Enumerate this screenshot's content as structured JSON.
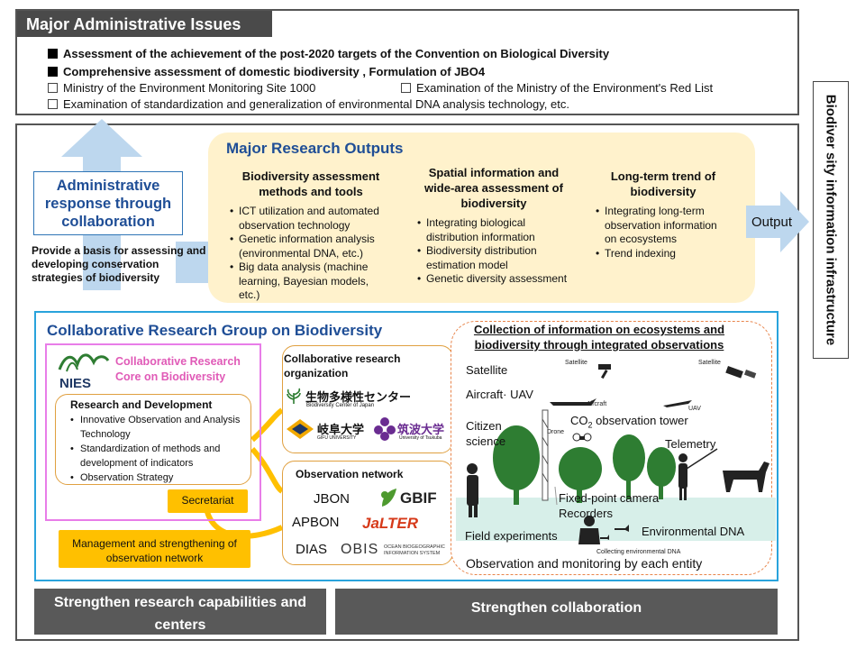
{
  "issues": {
    "title": "Major Administrative Issues",
    "bold_items": [
      "Assessment of the achievement of the post-2020 targets of the Convention on Biological Diversity",
      "Comprehensive assessment of domestic biodiversity , Formulation of JBO4"
    ],
    "plain_items": [
      "Ministry of the Environment  Monitoring  Site 1000",
      "Examination of the Ministry of the Environment's Red List",
      "Examination of standardization and generalization of environmental DNA analysis technology, etc."
    ]
  },
  "infrastructure_label": "Biodiver sity information infrastructure",
  "admin": {
    "response": "Administrative response through collaboration",
    "basis": "Provide a basis for assessing and developing conservation strategies of biodiversity"
  },
  "outputs": {
    "title": "Major  Research Outputs",
    "arrow_label": "Output",
    "columns": [
      {
        "heading": "Biodiversity assessment methods and tools",
        "items": [
          "ICT utilization and automated observation technology",
          "Genetic information analysis (environmental DNA, etc.)",
          "Big data analysis (machine learning, Bayesian models, etc.)"
        ]
      },
      {
        "heading": "Spatial information and wide-area assessment of biodiversity",
        "items": [
          "Integrating biological distribution information",
          "Biodiversity distribution estimation model",
          "Genetic diversity assessment"
        ]
      },
      {
        "heading": "Long-term trend of biodiversity",
        "items": [
          "Integrating long-term observation information on ecosystems",
          "Trend indexing"
        ]
      }
    ]
  },
  "group": {
    "title": "Collaborative  Research  Group  on  Biodiversity",
    "core": {
      "logo": "NIES",
      "title": "Collaborative Research Core on Biodiversity",
      "rnd_title": "Research and Development",
      "rnd_items": [
        "Innovative Observation and Analysis Technology",
        "Standardization of methods and development of indicators",
        "Observation Strategy"
      ],
      "secretariat": "Secretariat",
      "management": "Management and strengthening of observation network"
    },
    "org": {
      "title": "Collaborative research organization",
      "members": [
        {
          "name": "生物多様性センター",
          "sub": "Biodiversity Center of Japan"
        },
        {
          "name": "岐阜大学",
          "sub": "GIFU UNIVERSITY"
        },
        {
          "name": "筑波大学",
          "sub": "University of Tsukuba"
        }
      ]
    },
    "network": {
      "title": "Observation network",
      "names": [
        "JBON",
        "GBIF",
        "APBON",
        "JaLTER",
        "DIAS",
        "OBIS"
      ],
      "obis_sub": [
        "OCEAN BIOGEOGRAPHIC",
        "INFORMATION SYSTEM"
      ]
    },
    "integrated": {
      "title": "Collection of information on ecosystems and biodiversity through integrated observations",
      "labels": {
        "satellite": "Satellite",
        "aircraft": "Aircraft· UAV",
        "citizen": "Citizen science",
        "co2_prefix": "CO",
        "co2_sub": "2",
        "co2_suffix": " observation tower",
        "telemetry": "Telemetry",
        "camera": "Fixed-point camera",
        "recorders": "Recorders",
        "field": "Field experiments",
        "edna": "Environmental DNA",
        "monitoring": "Observation and monitoring by each entity"
      },
      "tiny_labels": {
        "satellite1": "Satellite",
        "satellite2": "Satellite",
        "aircraft": "Aircraft",
        "uav": "UAV",
        "drone": "Drone",
        "collecting": "Collecting environmental DNA"
      }
    }
  },
  "bottom": {
    "left": "Strengthen research capabilities and centers",
    "right": "Strengthen collaboration"
  },
  "colors": {
    "dark_grey": "#4a4a4a",
    "blue_title": "#1f4e96",
    "outputs_bg": "#fff2cc",
    "group_border": "#29a3dc",
    "core_border": "#e87de8",
    "core_title": "#e05ab7",
    "orange": "#ffc000",
    "arrow_blue": "#bdd7ee"
  }
}
